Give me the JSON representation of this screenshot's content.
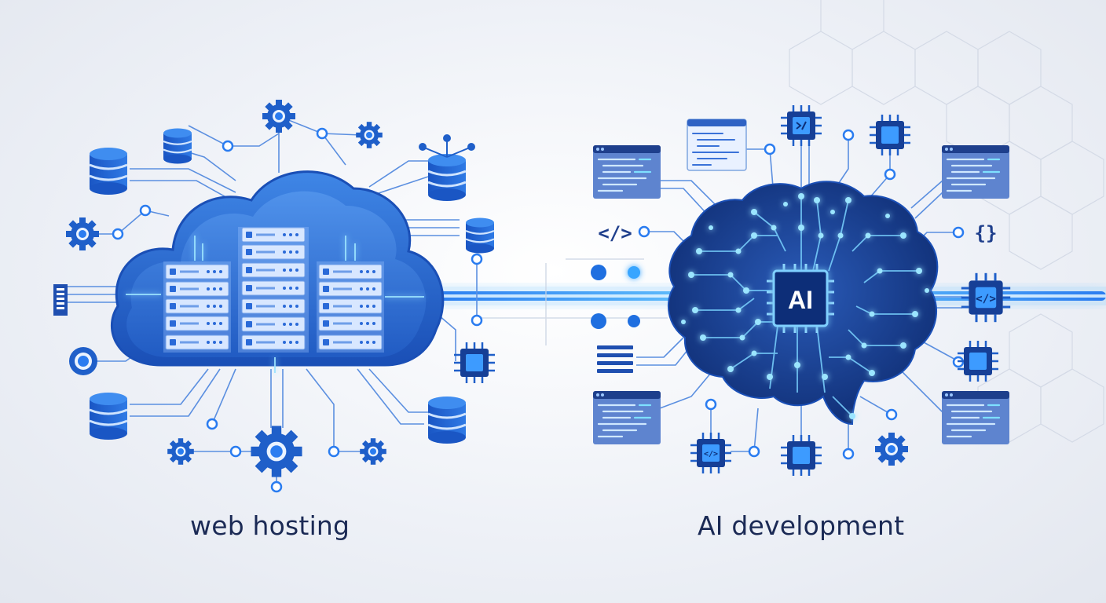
{
  "labels": {
    "web_hosting": "web hosting",
    "ai_development": "AI development",
    "ai_chip": "AI",
    "code_tag": "</>",
    "code_tag_alt": "{}"
  },
  "colors": {
    "primary": "#1f6fe0",
    "dark_navy": "#14295e",
    "glow": "#5fc2ff",
    "light_blue": "#bcd9ff",
    "text": "#1b2a55"
  },
  "icons": {
    "left_side": [
      "database-icon",
      "gear-icon",
      "server-rack-icon",
      "chip-icon",
      "cloud-icon"
    ],
    "right_side": [
      "brain-icon",
      "chip-icon",
      "code-window-icon",
      "code-tag-icon",
      "gear-icon"
    ]
  }
}
